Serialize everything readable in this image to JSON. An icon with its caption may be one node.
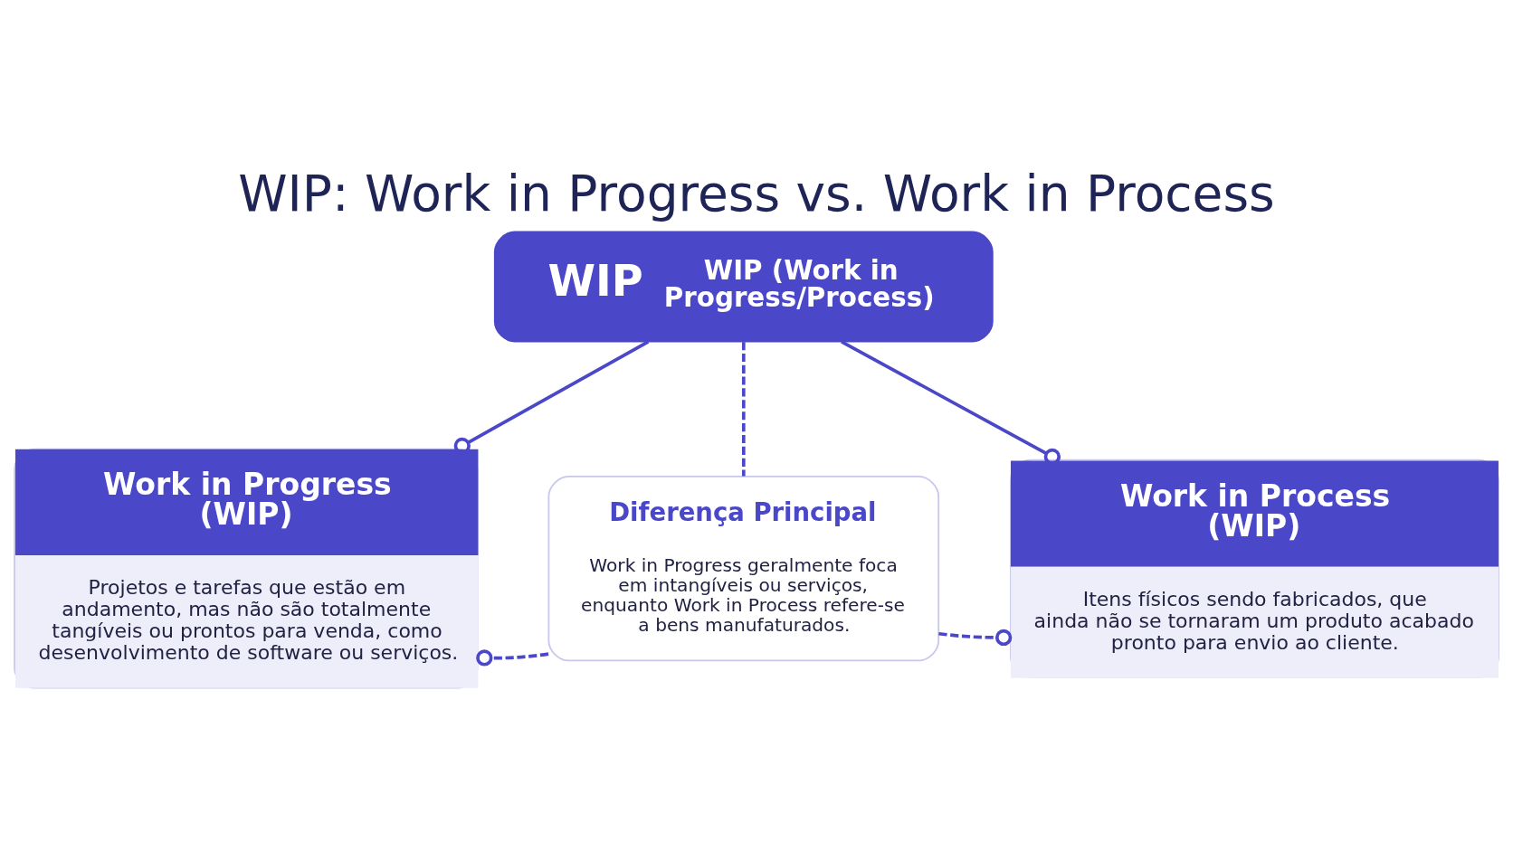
{
  "diagram": {
    "title": "WIP: Work in Progress vs. Work in Process",
    "nodes": [
      {
        "text": [
          "WIP",
          "WIP (Work in Progress/Process)"
        ]
      },
      {
        "text": [
          "Work in Progress (WIP)",
          "Projetos e tarefas que estão em andamento, mas não são totalmente tangíveis ou prontos para venda, como desenvolvimento de software ou serviços."
        ]
      },
      {
        "text": [
          "Diferença Principal",
          "Work in Progress geralmente foca em intangíveis ou serviços, enquanto Work in Process refere-se a bens manufaturados."
        ]
      },
      {
        "text": [
          "Work in Process (WIP)",
          "Itens físicos sendo fabricados, que ainda não se tornaram um produto acabado pronto para envio ao cliente."
        ]
      }
    ],
    "edges": [
      {
        "from": 0,
        "to": 1,
        "arrow": "other"
      },
      {
        "from": 0,
        "to": 3,
        "arrow": "other"
      },
      {
        "from": 0,
        "to": 2,
        "arrow": "none",
        "style": "dashed"
      },
      {
        "from": 2,
        "to": 1,
        "arrow": "other",
        "style": "dashed"
      },
      {
        "from": 2,
        "to": 3,
        "arrow": "other",
        "style": "dashed"
      }
    ]
  }
}
